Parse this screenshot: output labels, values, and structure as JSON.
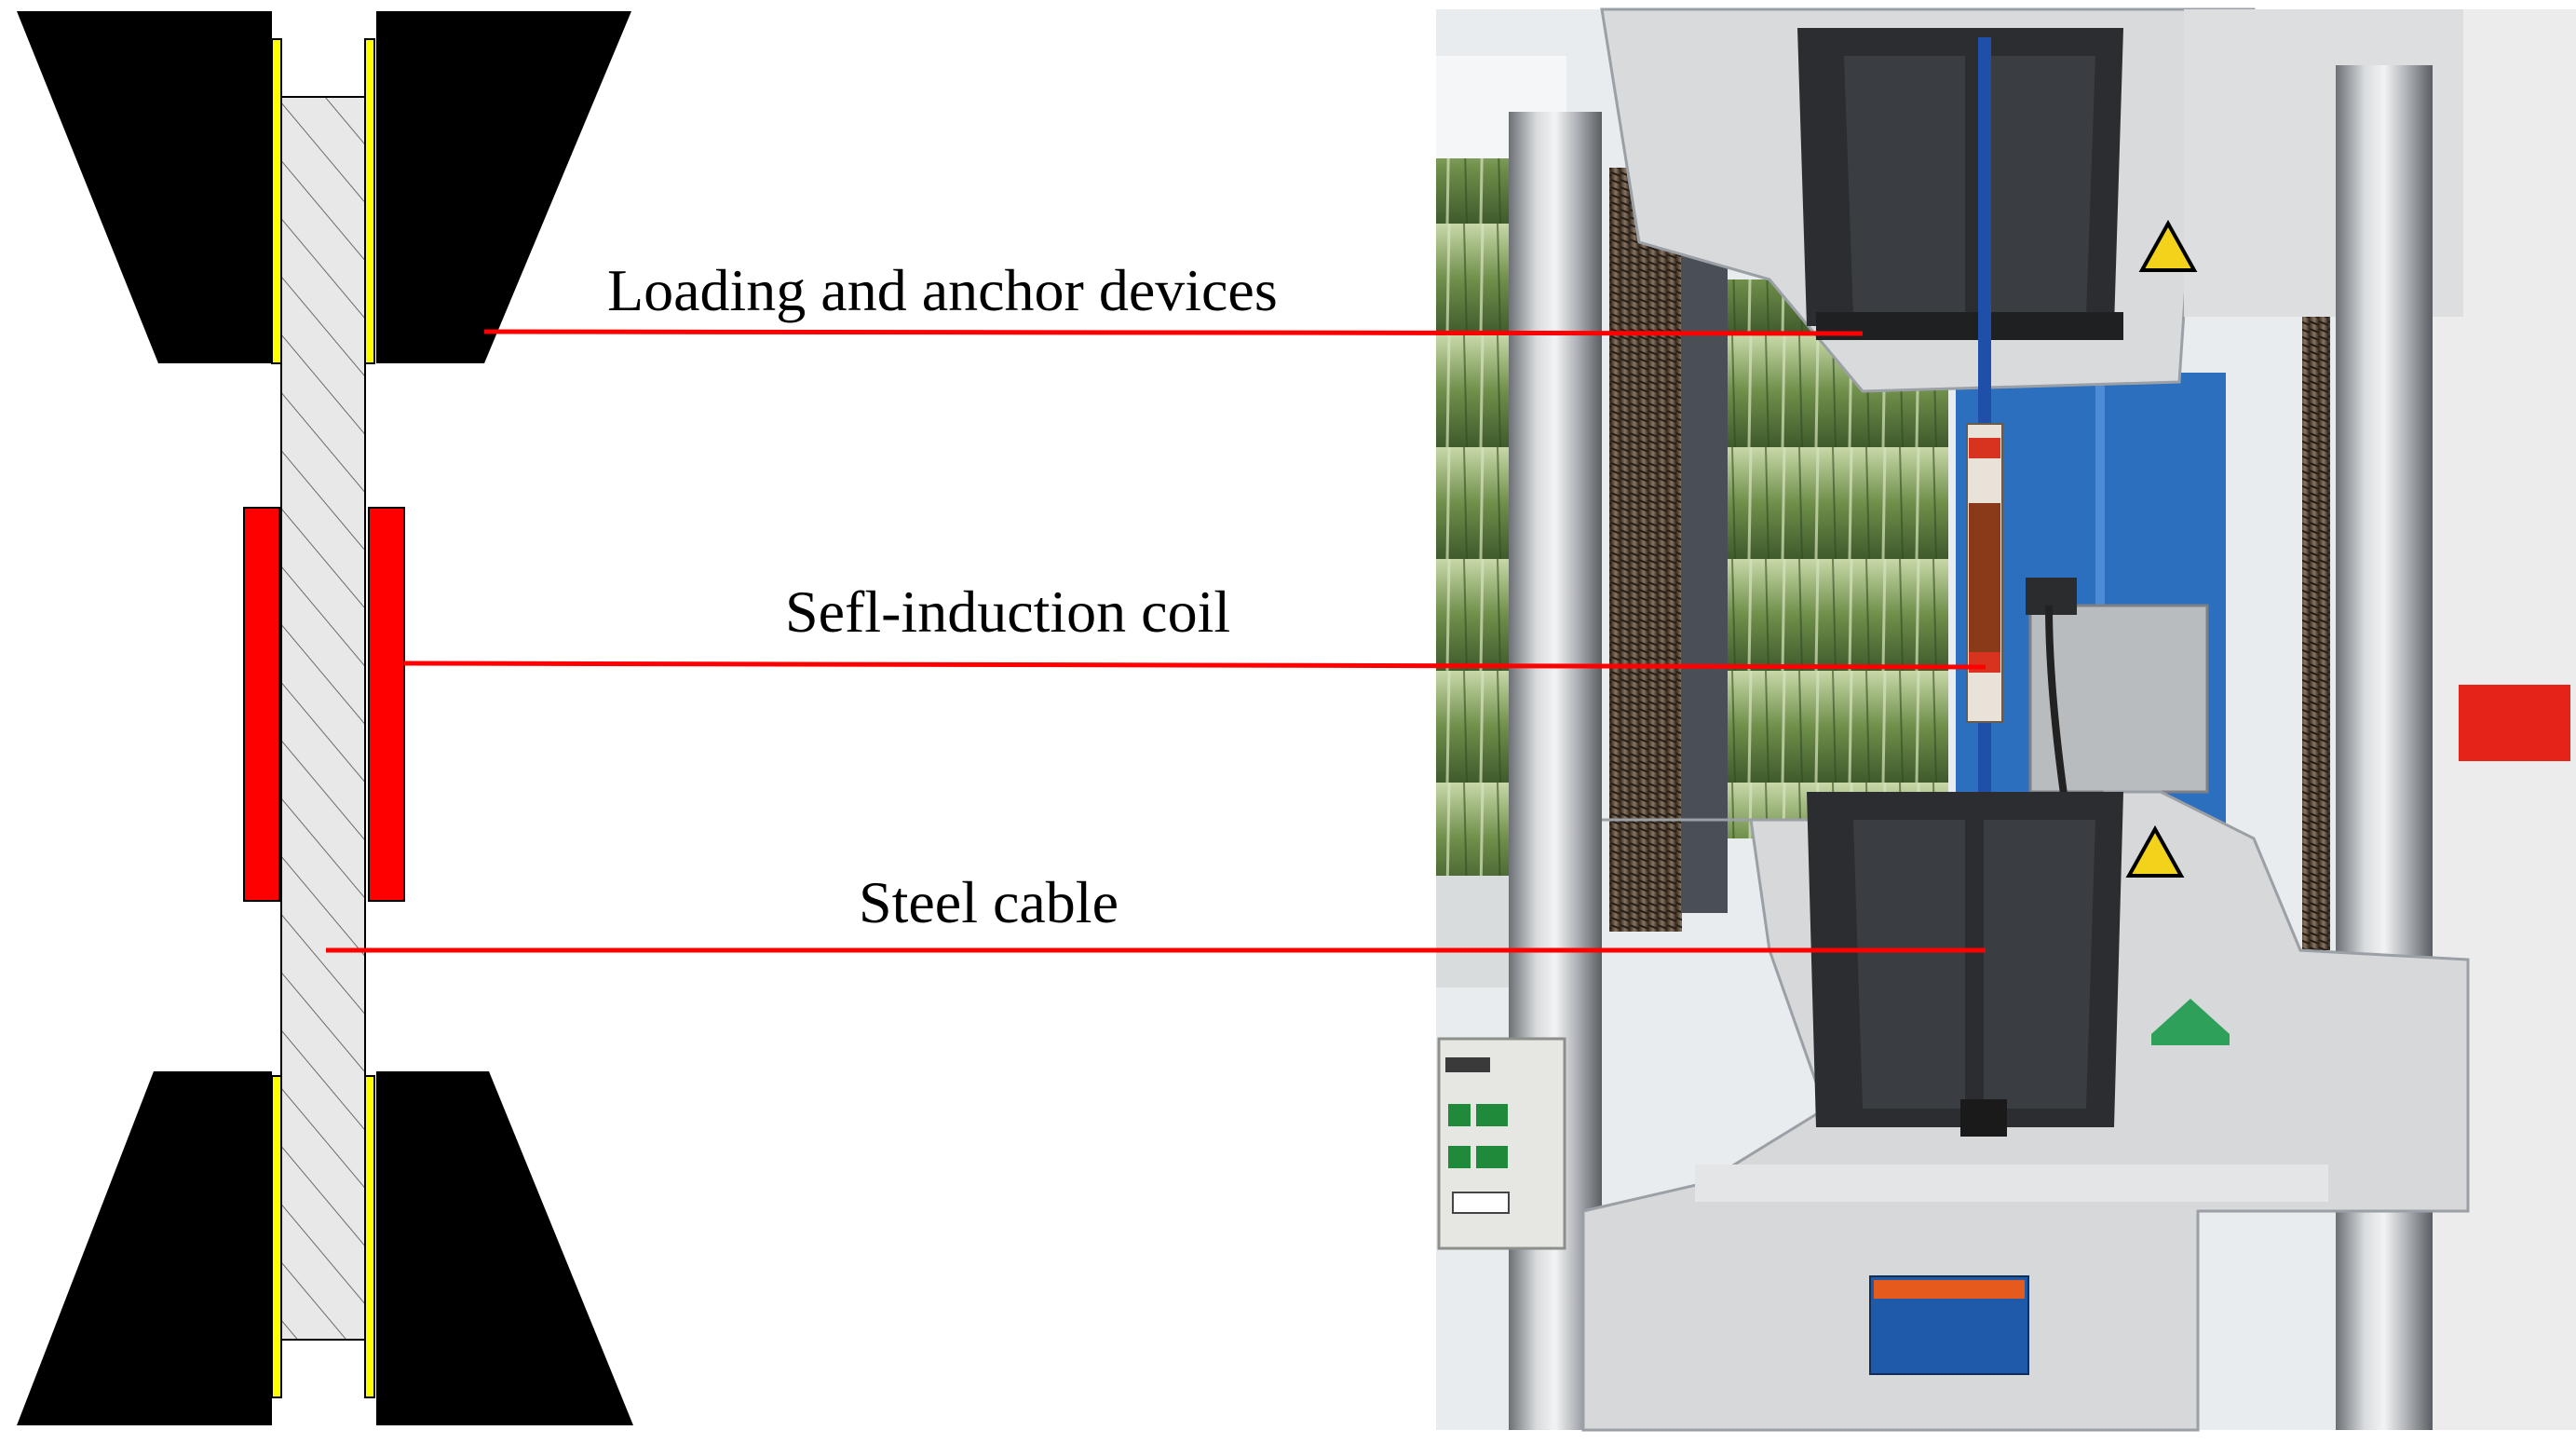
{
  "labels": {
    "loading": "Loading and anchor devices",
    "coil": "Sefl-induction coil",
    "cable": "Steel cable"
  },
  "colors": {
    "anchor": "#000000",
    "wedge_strip": "#ffff00",
    "cable_fill": "#e8e8e8",
    "coil": "#ff0000",
    "leader_line": "#ff0000"
  },
  "icons": {
    "warning": "warning-triangle-icon",
    "safety": "green-triangle-icon"
  }
}
